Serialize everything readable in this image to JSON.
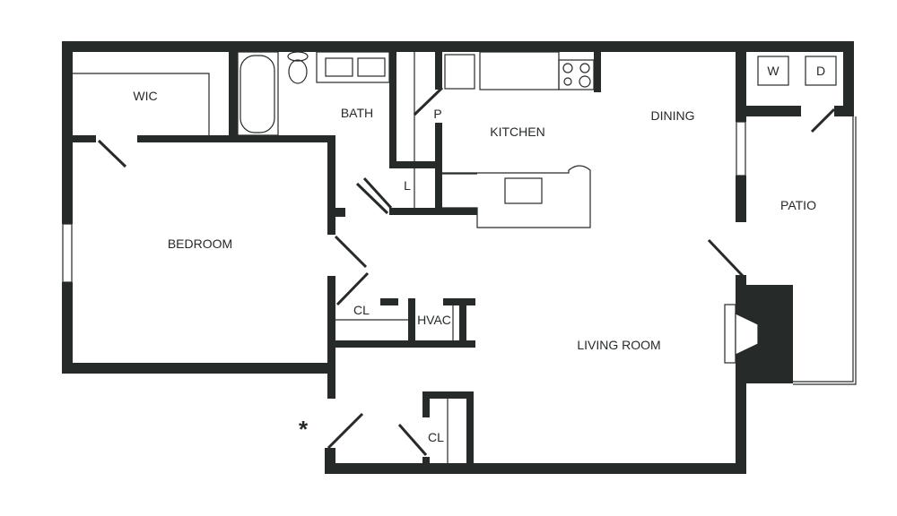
{
  "plan": {
    "rooms": {
      "wic": "WIC",
      "bath": "BATH",
      "pantry": "P",
      "kitchen": "KITCHEN",
      "dining": "DINING",
      "washer": "W",
      "dryer": "D",
      "linen": "L",
      "bedroom": "BEDROOM",
      "patio": "PATIO",
      "closet_bedroom": "CL",
      "hvac": "HVAC",
      "living_room": "LIVING ROOM",
      "closet_entry": "CL"
    },
    "entry_marker": "*",
    "colors": {
      "wall": "#262a29",
      "background": "#ffffff"
    }
  }
}
